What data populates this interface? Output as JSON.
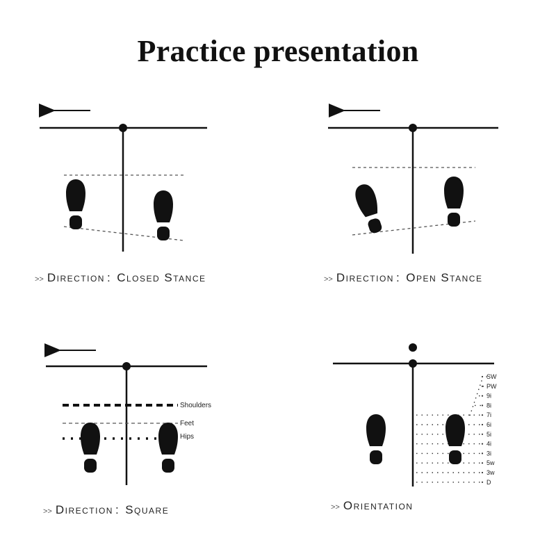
{
  "title": "Practice presentation",
  "panels": [
    {
      "prefix": ">>",
      "word": "Direction",
      "colon": ":",
      "value": "Closed Stance"
    },
    {
      "prefix": ">>",
      "word": "Direction",
      "colon": ":",
      "value": "Open Stance"
    },
    {
      "prefix": ">>",
      "word": "Direction",
      "colon": ":",
      "value": "Square"
    },
    {
      "prefix": ">>",
      "word": "Orientation"
    }
  ],
  "square_labels": {
    "shoulders": "Shoulders",
    "feet": "Feet",
    "hips": "Hips"
  },
  "orientation_scale": [
    "SW",
    "PW",
    "9i",
    "8i",
    "7i",
    "6i",
    "5i",
    "4i",
    "3i",
    "5w",
    "3w",
    "D"
  ]
}
